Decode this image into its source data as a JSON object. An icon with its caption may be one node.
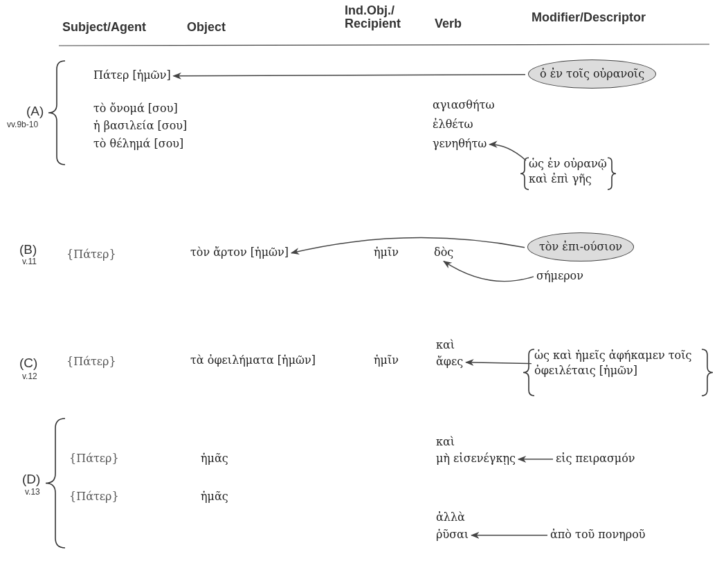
{
  "diagram": {
    "nodes": [
      {
        "text": [
          "Πάτερ [ἡμῶν]"
        ]
      },
      {
        "text": [
          "ὁ ἐν τοῖς οὐρανοῖς"
        ]
      },
      {
        "text": [
          "γενηθήτω"
        ]
      },
      {
        "text": [
          "ὡς ἐν οὐρανῷ καὶ ἐπὶ γῆς"
        ]
      },
      {
        "text": [
          "τὸν ἄρτον [ἡμῶν]"
        ]
      },
      {
        "text": [
          "τὸν ἐπι-ούσιον"
        ]
      },
      {
        "text": [
          "δὸς"
        ]
      },
      {
        "text": [
          "σήμερον"
        ]
      },
      {
        "text": [
          "ἄφες"
        ]
      },
      {
        "text": [
          "ὡς καὶ ἡμεῖς ἀφήκαμεν τοῖς ὀφειλέταις [ἡμῶν]"
        ]
      },
      {
        "text": [
          "μὴ εἰσενέγκῃς"
        ]
      },
      {
        "text": [
          "εἰς πειρασμόν"
        ]
      },
      {
        "text": [
          "ῥῦσαι"
        ]
      },
      {
        "text": [
          "ἀπὸ τοῦ πονηροῦ"
        ]
      }
    ],
    "edges": [
      {
        "from": 1,
        "to": 0,
        "arrow": "to"
      },
      {
        "from": 3,
        "to": 2,
        "arrow": "to"
      },
      {
        "from": 5,
        "to": 4,
        "arrow": "to"
      },
      {
        "from": 7,
        "to": 6,
        "arrow": "to"
      },
      {
        "from": 9,
        "to": 8,
        "arrow": "to"
      },
      {
        "from": 11,
        "to": 10,
        "arrow": "to"
      },
      {
        "from": 13,
        "to": 12,
        "arrow": "to"
      }
    ],
    "labels": [
      "Subject/Agent",
      "Object",
      "Ind.Obj./ Recipient",
      "Verb",
      "Modifier/Descriptor",
      "(A)",
      "vv.9b-10",
      "τὸ ὄνομά [σου]",
      "ἡ βασιλεία [σου]",
      "τὸ θέλημά [σου]",
      "αγιασθήτω",
      "ἐλθέτω",
      "(B)",
      "v.11",
      "{Πάτερ}",
      "ἡμῖν",
      "(C)",
      "v.12",
      "{Πάτερ}",
      "τὰ ὀφειλήματα [ἡμῶν]",
      "ἡμῖν",
      "καὶ",
      "(D)",
      "v.13",
      "{Πάτερ}",
      "ἡμᾶς",
      "καὶ",
      "{Πάτερ}",
      "ἡμᾶς",
      "ἀλλὰ"
    ]
  }
}
